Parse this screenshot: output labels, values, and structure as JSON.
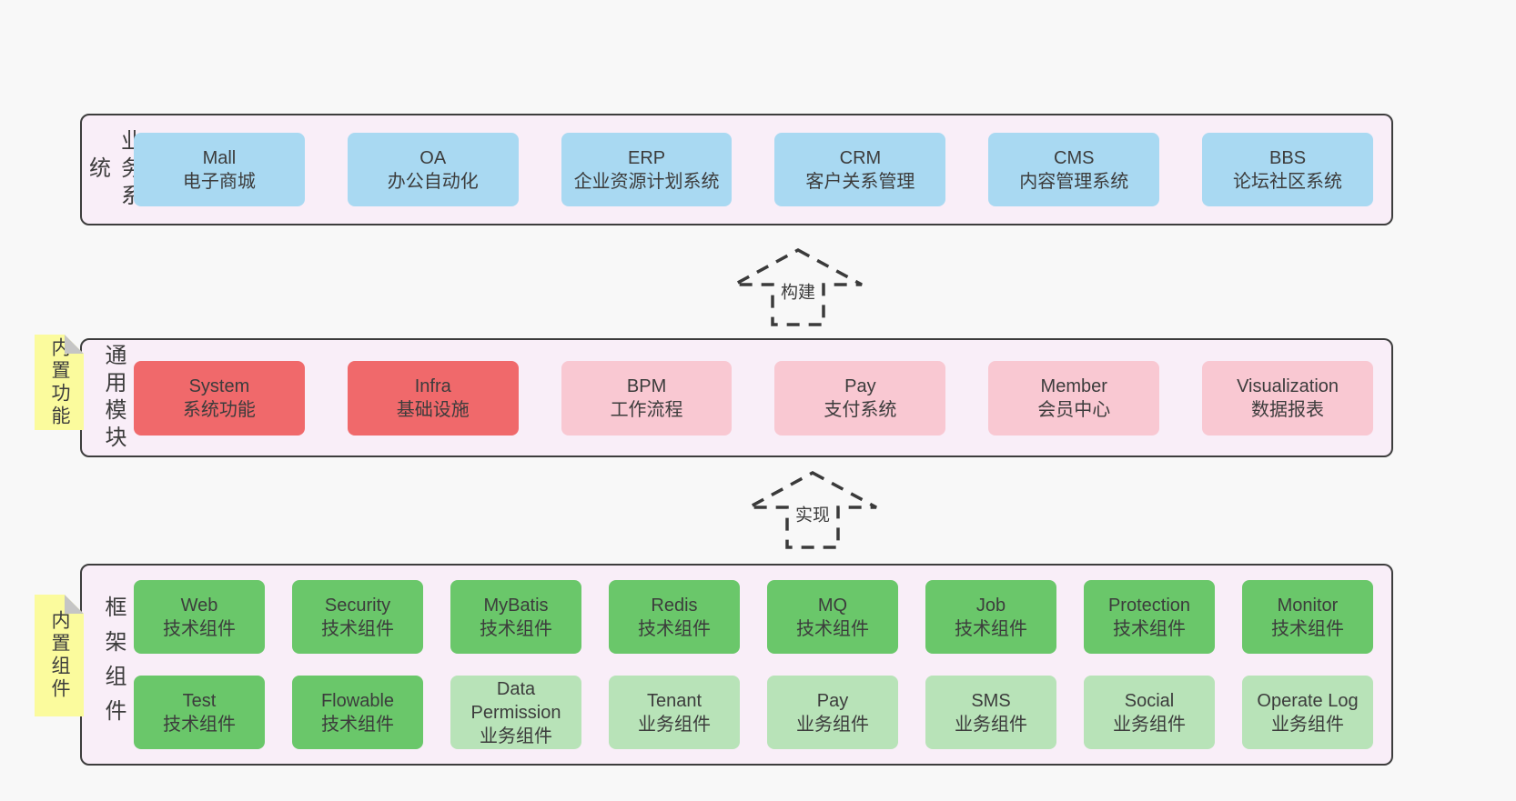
{
  "palette": {
    "page_bg": "#f8f8f8",
    "layer_bg": "#f9eef8",
    "layer_border": "#3d3d3d",
    "text": "#3c3c3c",
    "note_bg": "#fbfb9d",
    "note_fold": "#c5c5c5",
    "blue": "#a9d9f2",
    "red": "#f0696b",
    "pink": "#f9c8d2",
    "green": "#6ac76a",
    "light_green": "#b8e3b8"
  },
  "arrows": [
    {
      "label": "构建"
    },
    {
      "label": "实现"
    }
  ],
  "layers": [
    {
      "id": "business-systems",
      "label": "业务系统",
      "boxes": [
        {
          "title": "Mall",
          "subtitle": "电子商城",
          "color": "blue"
        },
        {
          "title": "OA",
          "subtitle": "办公自动化",
          "color": "blue"
        },
        {
          "title": "ERP",
          "subtitle": "企业资源计划系统",
          "color": "blue"
        },
        {
          "title": "CRM",
          "subtitle": "客户关系管理",
          "color": "blue"
        },
        {
          "title": "CMS",
          "subtitle": "内容管理系统",
          "color": "blue"
        },
        {
          "title": "BBS",
          "subtitle": "论坛社区系统",
          "color": "blue"
        }
      ]
    },
    {
      "id": "common-modules",
      "label": "通用模块",
      "note": "内置功能",
      "boxes": [
        {
          "title": "System",
          "subtitle": "系统功能",
          "color": "red"
        },
        {
          "title": "Infra",
          "subtitle": "基础设施",
          "color": "red"
        },
        {
          "title": "BPM",
          "subtitle": "工作流程",
          "color": "pink"
        },
        {
          "title": "Pay",
          "subtitle": "支付系统",
          "color": "pink"
        },
        {
          "title": "Member",
          "subtitle": "会员中心",
          "color": "pink"
        },
        {
          "title": "Visualization",
          "subtitle": "数据报表",
          "color": "pink"
        }
      ]
    },
    {
      "id": "framework-components",
      "label": "框架组件",
      "note": "内置组件",
      "rows": [
        [
          {
            "title": "Web",
            "subtitle": "技术组件",
            "color": "green"
          },
          {
            "title": "Security",
            "subtitle": "技术组件",
            "color": "green"
          },
          {
            "title": "MyBatis",
            "subtitle": "技术组件",
            "color": "green"
          },
          {
            "title": "Redis",
            "subtitle": "技术组件",
            "color": "green"
          },
          {
            "title": "MQ",
            "subtitle": "技术组件",
            "color": "green"
          },
          {
            "title": "Job",
            "subtitle": "技术组件",
            "color": "green"
          },
          {
            "title": "Protection",
            "subtitle": "技术组件",
            "color": "green"
          },
          {
            "title": "Monitor",
            "subtitle": "技术组件",
            "color": "green"
          }
        ],
        [
          {
            "title": "Test",
            "subtitle": "技术组件",
            "color": "green"
          },
          {
            "title": "Flowable",
            "subtitle": "技术组件",
            "color": "green"
          },
          {
            "title": "Data Permission",
            "subtitle": "业务组件",
            "color": "light_green"
          },
          {
            "title": "Tenant",
            "subtitle": "业务组件",
            "color": "light_green"
          },
          {
            "title": "Pay",
            "subtitle": "业务组件",
            "color": "light_green"
          },
          {
            "title": "SMS",
            "subtitle": "业务组件",
            "color": "light_green"
          },
          {
            "title": "Social",
            "subtitle": "业务组件",
            "color": "light_green"
          },
          {
            "title": "Operate Log",
            "subtitle": "业务组件",
            "color": "light_green"
          }
        ]
      ]
    }
  ]
}
